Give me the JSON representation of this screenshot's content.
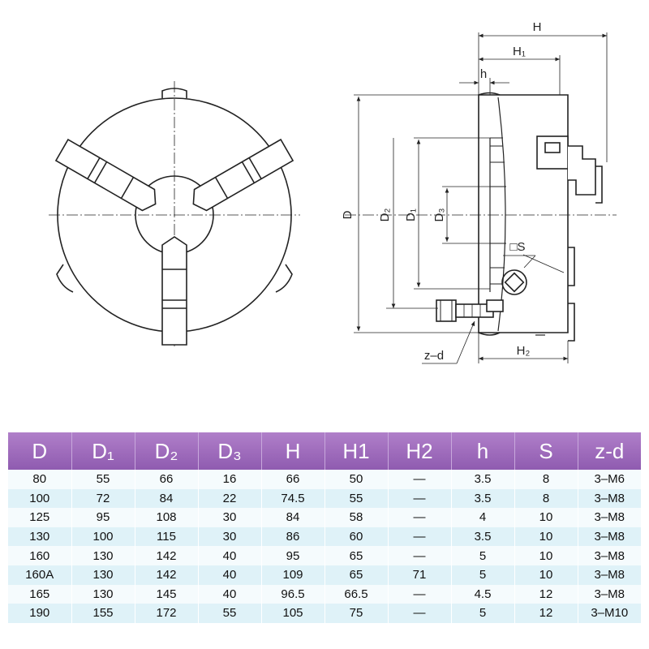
{
  "drawing": {
    "labels": {
      "H": "H",
      "H1": "H₁",
      "h": "h",
      "D": "D",
      "D2": "D₂",
      "D1": "D₁",
      "D3": "D₃",
      "S": "□S",
      "zd": "z–d",
      "H2": "H₂"
    }
  },
  "table": {
    "headers": [
      "D",
      "D₁",
      "D₂",
      "D₃",
      "H",
      "H1",
      "H2",
      "h",
      "S",
      "z-d"
    ],
    "rows": [
      [
        "80",
        "55",
        "66",
        "16",
        "66",
        "50",
        "—",
        "3.5",
        "8",
        "3–M6"
      ],
      [
        "100",
        "72",
        "84",
        "22",
        "74.5",
        "55",
        "—",
        "3.5",
        "8",
        "3–M8"
      ],
      [
        "125",
        "95",
        "108",
        "30",
        "84",
        "58",
        "—",
        "4",
        "10",
        "3–M8"
      ],
      [
        "130",
        "100",
        "115",
        "30",
        "86",
        "60",
        "—",
        "3.5",
        "10",
        "3–M8"
      ],
      [
        "160",
        "130",
        "142",
        "40",
        "95",
        "65",
        "—",
        "5",
        "10",
        "3–M8"
      ],
      [
        "160A",
        "130",
        "142",
        "40",
        "109",
        "65",
        "71",
        "5",
        "10",
        "3–M8"
      ],
      [
        "165",
        "130",
        "145",
        "40",
        "96.5",
        "66.5",
        "—",
        "4.5",
        "12",
        "3–M8"
      ],
      [
        "190",
        "155",
        "172",
        "55",
        "105",
        "75",
        "—",
        "5",
        "12",
        "3–M10"
      ]
    ]
  }
}
